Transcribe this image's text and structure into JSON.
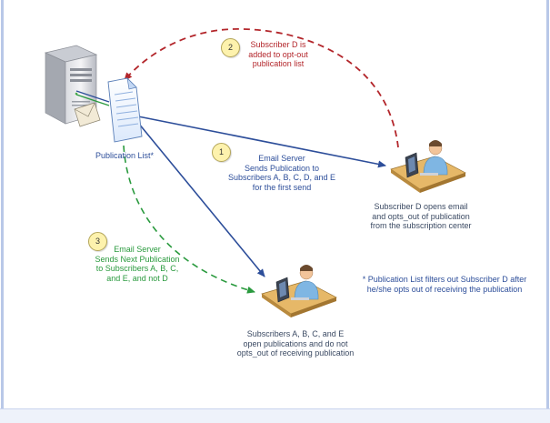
{
  "labels": {
    "publication_list": "Publication List*",
    "subscriber_d_caption": "Subscriber D opens email\nand opts_out of publication\nfrom the subscription center",
    "subscribers_caption": "Subscribers A, B, C, and E\nopen publications and do not\nopts_out of receiving publication",
    "footnote": "* Publication List filters out Subscriber D after\nhe/she opts out of receiving the publication"
  },
  "steps": [
    {
      "number": "1",
      "text": "Email Server\nSends Publication to\nSubscribers A, B, C, D, and E\nfor the first send"
    },
    {
      "number": "2",
      "text": "Subscriber D is\nadded to opt-out\npublication list"
    },
    {
      "number": "3",
      "text": "Email Server\nSends Next Publication\nto Subscribers A, B, C,\nand E, and not D"
    }
  ],
  "colors": {
    "send_arrow": "#2d4e9a",
    "optout_arrow": "#b3262b",
    "next_send_arrow": "#2a9a3e",
    "badge_fill": "#fdf2ad"
  }
}
